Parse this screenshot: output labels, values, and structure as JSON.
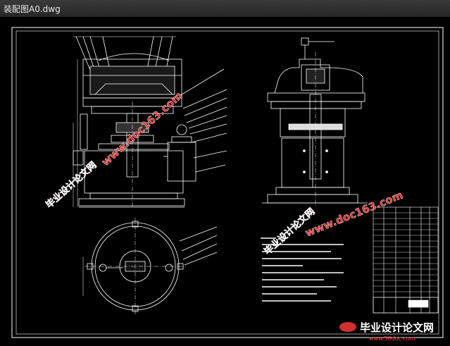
{
  "window": {
    "title": "装配图A0.dwg"
  },
  "drawing": {
    "watermark_site": "www.doc163.com",
    "watermark_cn": "毕业设计论文网",
    "footer_cn": "毕业设计论文网",
    "footer_url": "www.56doc.com",
    "colors": {
      "frame": "#ffffff",
      "lines": "#ffffff",
      "watermark": "#e03030",
      "background": "#000000"
    }
  }
}
